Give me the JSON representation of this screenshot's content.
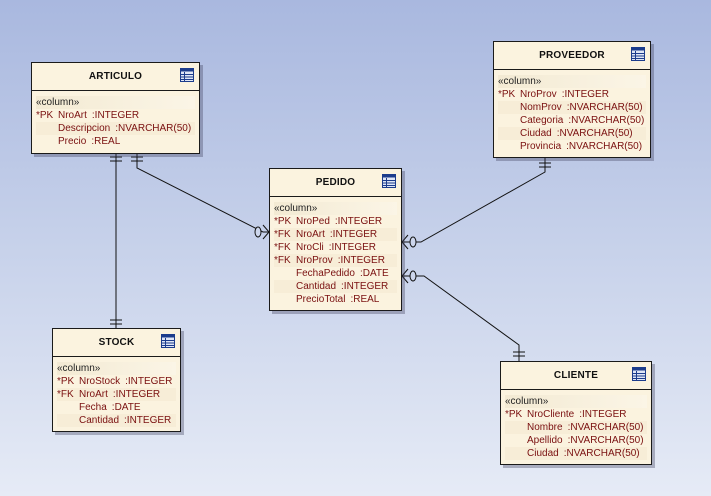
{
  "diagram": {
    "entities": [
      {
        "id": "articulo",
        "name": "ARTICULO",
        "stereotype": "«column»",
        "columns": [
          {
            "key": "*PK",
            "name": "NroArt",
            "type": ":INTEGER"
          },
          {
            "key": "",
            "name": "Descripcion",
            "type": ":NVARCHAR(50)"
          },
          {
            "key": "",
            "name": "Precio",
            "type": ":REAL"
          }
        ]
      },
      {
        "id": "proveedor",
        "name": "PROVEEDOR",
        "stereotype": "«column»",
        "columns": [
          {
            "key": "*PK",
            "name": "NroProv",
            "type": ":INTEGER"
          },
          {
            "key": "",
            "name": "NomProv",
            "type": ":NVARCHAR(50)"
          },
          {
            "key": "",
            "name": "Categoria",
            "type": ":NVARCHAR(50)"
          },
          {
            "key": "",
            "name": "Ciudad",
            "type": ":NVARCHAR(50)"
          },
          {
            "key": "",
            "name": "Provincia",
            "type": ":NVARCHAR(50)"
          }
        ]
      },
      {
        "id": "pedido",
        "name": "PEDIDO",
        "stereotype": "«column»",
        "columns": [
          {
            "key": "*PK",
            "name": "NroPed",
            "type": ":INTEGER"
          },
          {
            "key": "*FK",
            "name": "NroArt",
            "type": ":INTEGER"
          },
          {
            "key": "*FK",
            "name": "NroCli",
            "type": ":INTEGER"
          },
          {
            "key": "*FK",
            "name": "NroProv",
            "type": ":INTEGER"
          },
          {
            "key": "",
            "name": "FechaPedido",
            "type": ":DATE"
          },
          {
            "key": "",
            "name": "Cantidad",
            "type": ":INTEGER"
          },
          {
            "key": "",
            "name": "PrecioTotal",
            "type": ":REAL"
          }
        ]
      },
      {
        "id": "stock",
        "name": "STOCK",
        "stereotype": "«column»",
        "columns": [
          {
            "key": "*PK",
            "name": "NroStock",
            "type": ":INTEGER"
          },
          {
            "key": "*FK",
            "name": "NroArt",
            "type": ":INTEGER"
          },
          {
            "key": "",
            "name": "Fecha",
            "type": ":DATE"
          },
          {
            "key": "",
            "name": "Cantidad",
            "type": ":INTEGER"
          }
        ]
      },
      {
        "id": "cliente",
        "name": "CLIENTE",
        "stereotype": "«column»",
        "columns": [
          {
            "key": "*PK",
            "name": "NroCliente",
            "type": ":INTEGER"
          },
          {
            "key": "",
            "name": "Nombre",
            "type": ":NVARCHAR(50)"
          },
          {
            "key": "",
            "name": "Apellido",
            "type": ":NVARCHAR(50)"
          },
          {
            "key": "",
            "name": "Ciudad",
            "type": ":NVARCHAR(50)"
          }
        ]
      }
    ],
    "relationships": [
      {
        "from": "articulo",
        "to": "pedido",
        "from_card": "one",
        "to_card": "zero-or-many"
      },
      {
        "from": "articulo",
        "to": "stock",
        "from_card": "one",
        "to_card": "one"
      },
      {
        "from": "proveedor",
        "to": "pedido",
        "from_card": "one",
        "to_card": "zero-or-many"
      },
      {
        "from": "cliente",
        "to": "pedido",
        "from_card": "one",
        "to_card": "zero-or-many"
      }
    ]
  }
}
